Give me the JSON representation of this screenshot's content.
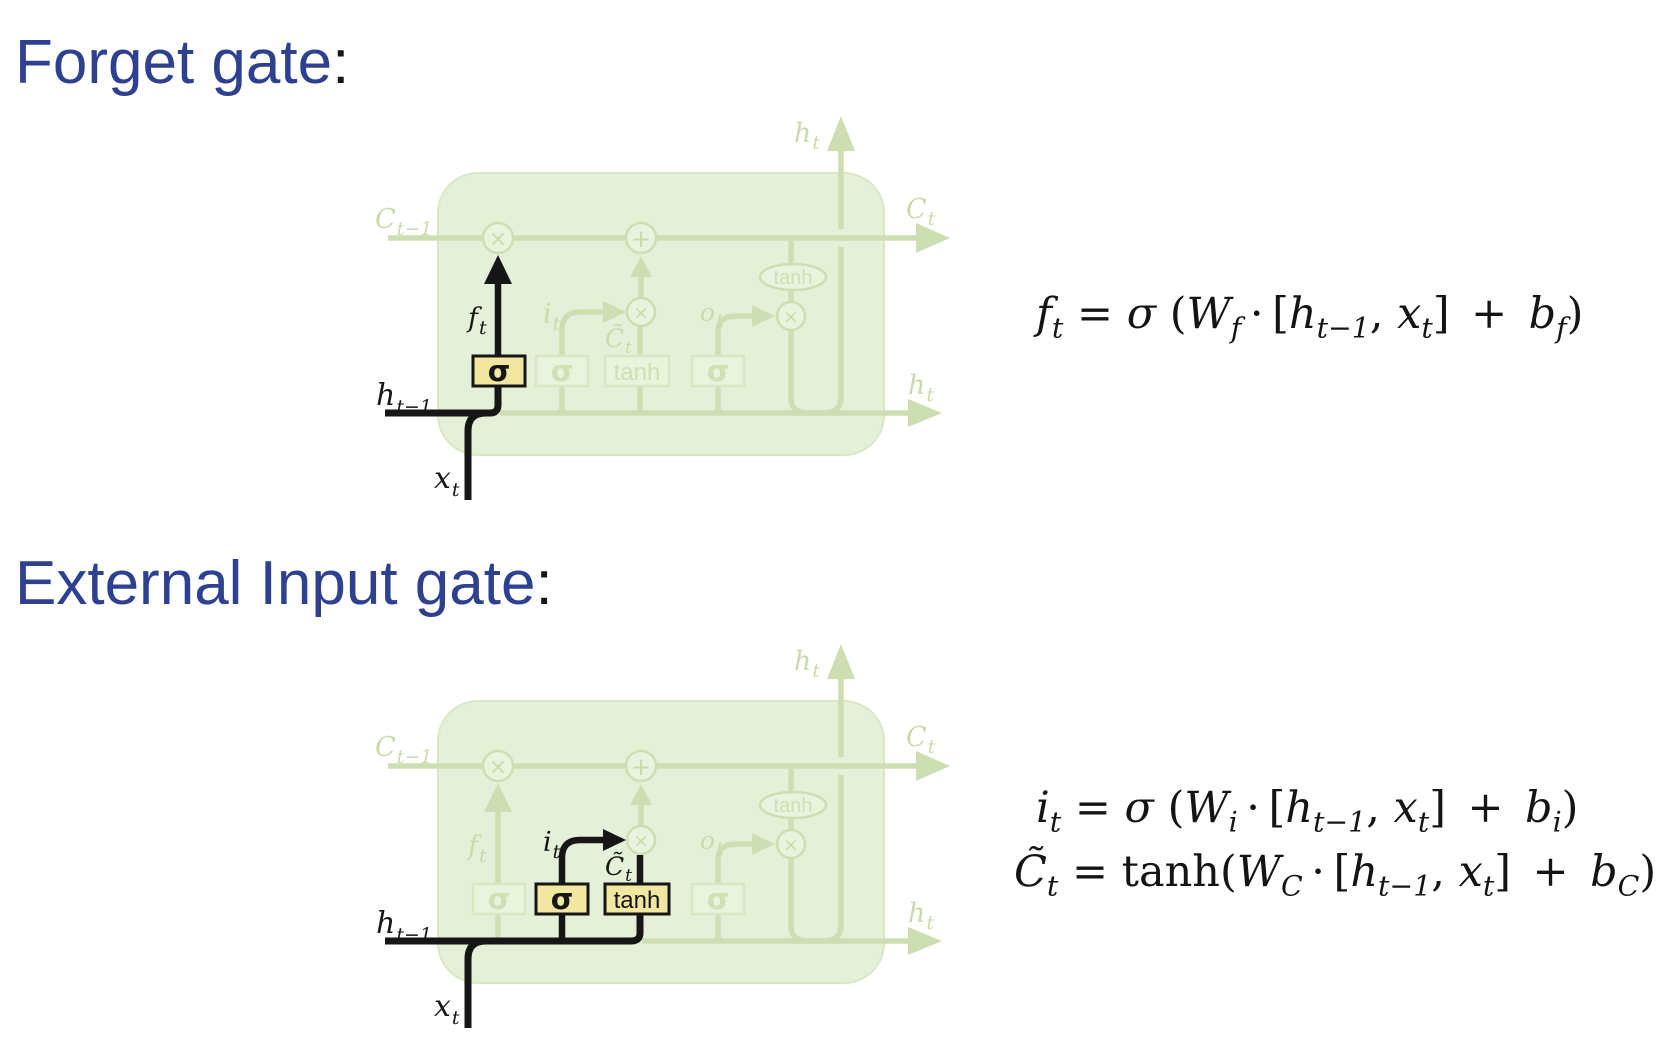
{
  "palette": {
    "heading_blue": "#2e4190",
    "ink_black": "#161616",
    "cell_green_fill": "#e5f0d8",
    "faded_green_line": "#cddfb2",
    "gate_yellow": "#f2e7a0",
    "background": "#ffffff"
  },
  "sections": [
    {
      "heading": "Forget gate",
      "colon": ":",
      "highlight": "forget-gate",
      "equations": [
        [
          [
            "v",
            "f"
          ],
          [
            "s",
            "t"
          ],
          [
            "r",
            " = "
          ],
          [
            "v",
            "σ"
          ],
          [
            "r",
            " ("
          ],
          [
            "v",
            "W"
          ],
          [
            "s",
            "f"
          ],
          [
            "r",
            " · ["
          ],
          [
            "v",
            "h"
          ],
          [
            "s",
            "t−1"
          ],
          [
            "r",
            ", "
          ],
          [
            "v",
            "x"
          ],
          [
            "s",
            "t"
          ],
          [
            "r",
            "]"
          ],
          [
            "r",
            " + "
          ],
          [
            "v",
            "b"
          ],
          [
            "s",
            "f"
          ],
          [
            "r",
            ")"
          ]
        ]
      ]
    },
    {
      "heading": "External Input gate",
      "colon": ":",
      "highlight": "input-gate",
      "equations": [
        [
          [
            "v",
            "i"
          ],
          [
            "s",
            "t"
          ],
          [
            "r",
            " = "
          ],
          [
            "v",
            "σ"
          ],
          [
            "r",
            " ("
          ],
          [
            "v",
            "W"
          ],
          [
            "s",
            "i"
          ],
          [
            "r",
            " · ["
          ],
          [
            "v",
            "h"
          ],
          [
            "s",
            "t−1"
          ],
          [
            "r",
            ", "
          ],
          [
            "v",
            "x"
          ],
          [
            "s",
            "t"
          ],
          [
            "r",
            "]"
          ],
          [
            "r",
            " + "
          ],
          [
            "v",
            "b"
          ],
          [
            "s",
            "i"
          ],
          [
            "r",
            ")"
          ]
        ],
        [
          [
            "v",
            "C̃"
          ],
          [
            "s",
            "t"
          ],
          [
            "r",
            " = tanh("
          ],
          [
            "v",
            "W"
          ],
          [
            "s",
            "C"
          ],
          [
            "r",
            " · ["
          ],
          [
            "v",
            "h"
          ],
          [
            "s",
            "t−1"
          ],
          [
            "r",
            ", "
          ],
          [
            "v",
            "x"
          ],
          [
            "s",
            "t"
          ],
          [
            "r",
            "]"
          ],
          [
            "r",
            " + "
          ],
          [
            "v",
            "b"
          ],
          [
            "s",
            "C"
          ],
          [
            "r",
            ")"
          ]
        ]
      ]
    }
  ],
  "diagram_labels": {
    "c_prev": {
      "main": "C",
      "sub": "t−1"
    },
    "c_out": {
      "main": "C",
      "sub": "t"
    },
    "h_top": {
      "main": "h",
      "sub": "t"
    },
    "h_right": {
      "main": "h",
      "sub": "t"
    },
    "h_prev": {
      "main": "h",
      "sub": "t−1"
    },
    "x_in": {
      "main": "x",
      "sub": "t"
    },
    "f_gate": {
      "main": "f",
      "sub": "t"
    },
    "i_gate": {
      "main": "i",
      "sub": "t"
    },
    "o_gate": {
      "main": "o",
      "sub": "t"
    },
    "c_tilde": {
      "main": "C̃",
      "sub": "t"
    },
    "sigma": "σ",
    "tanh_box": "tanh",
    "tanh_oval": "tanh",
    "times": "×",
    "plus": "+"
  }
}
